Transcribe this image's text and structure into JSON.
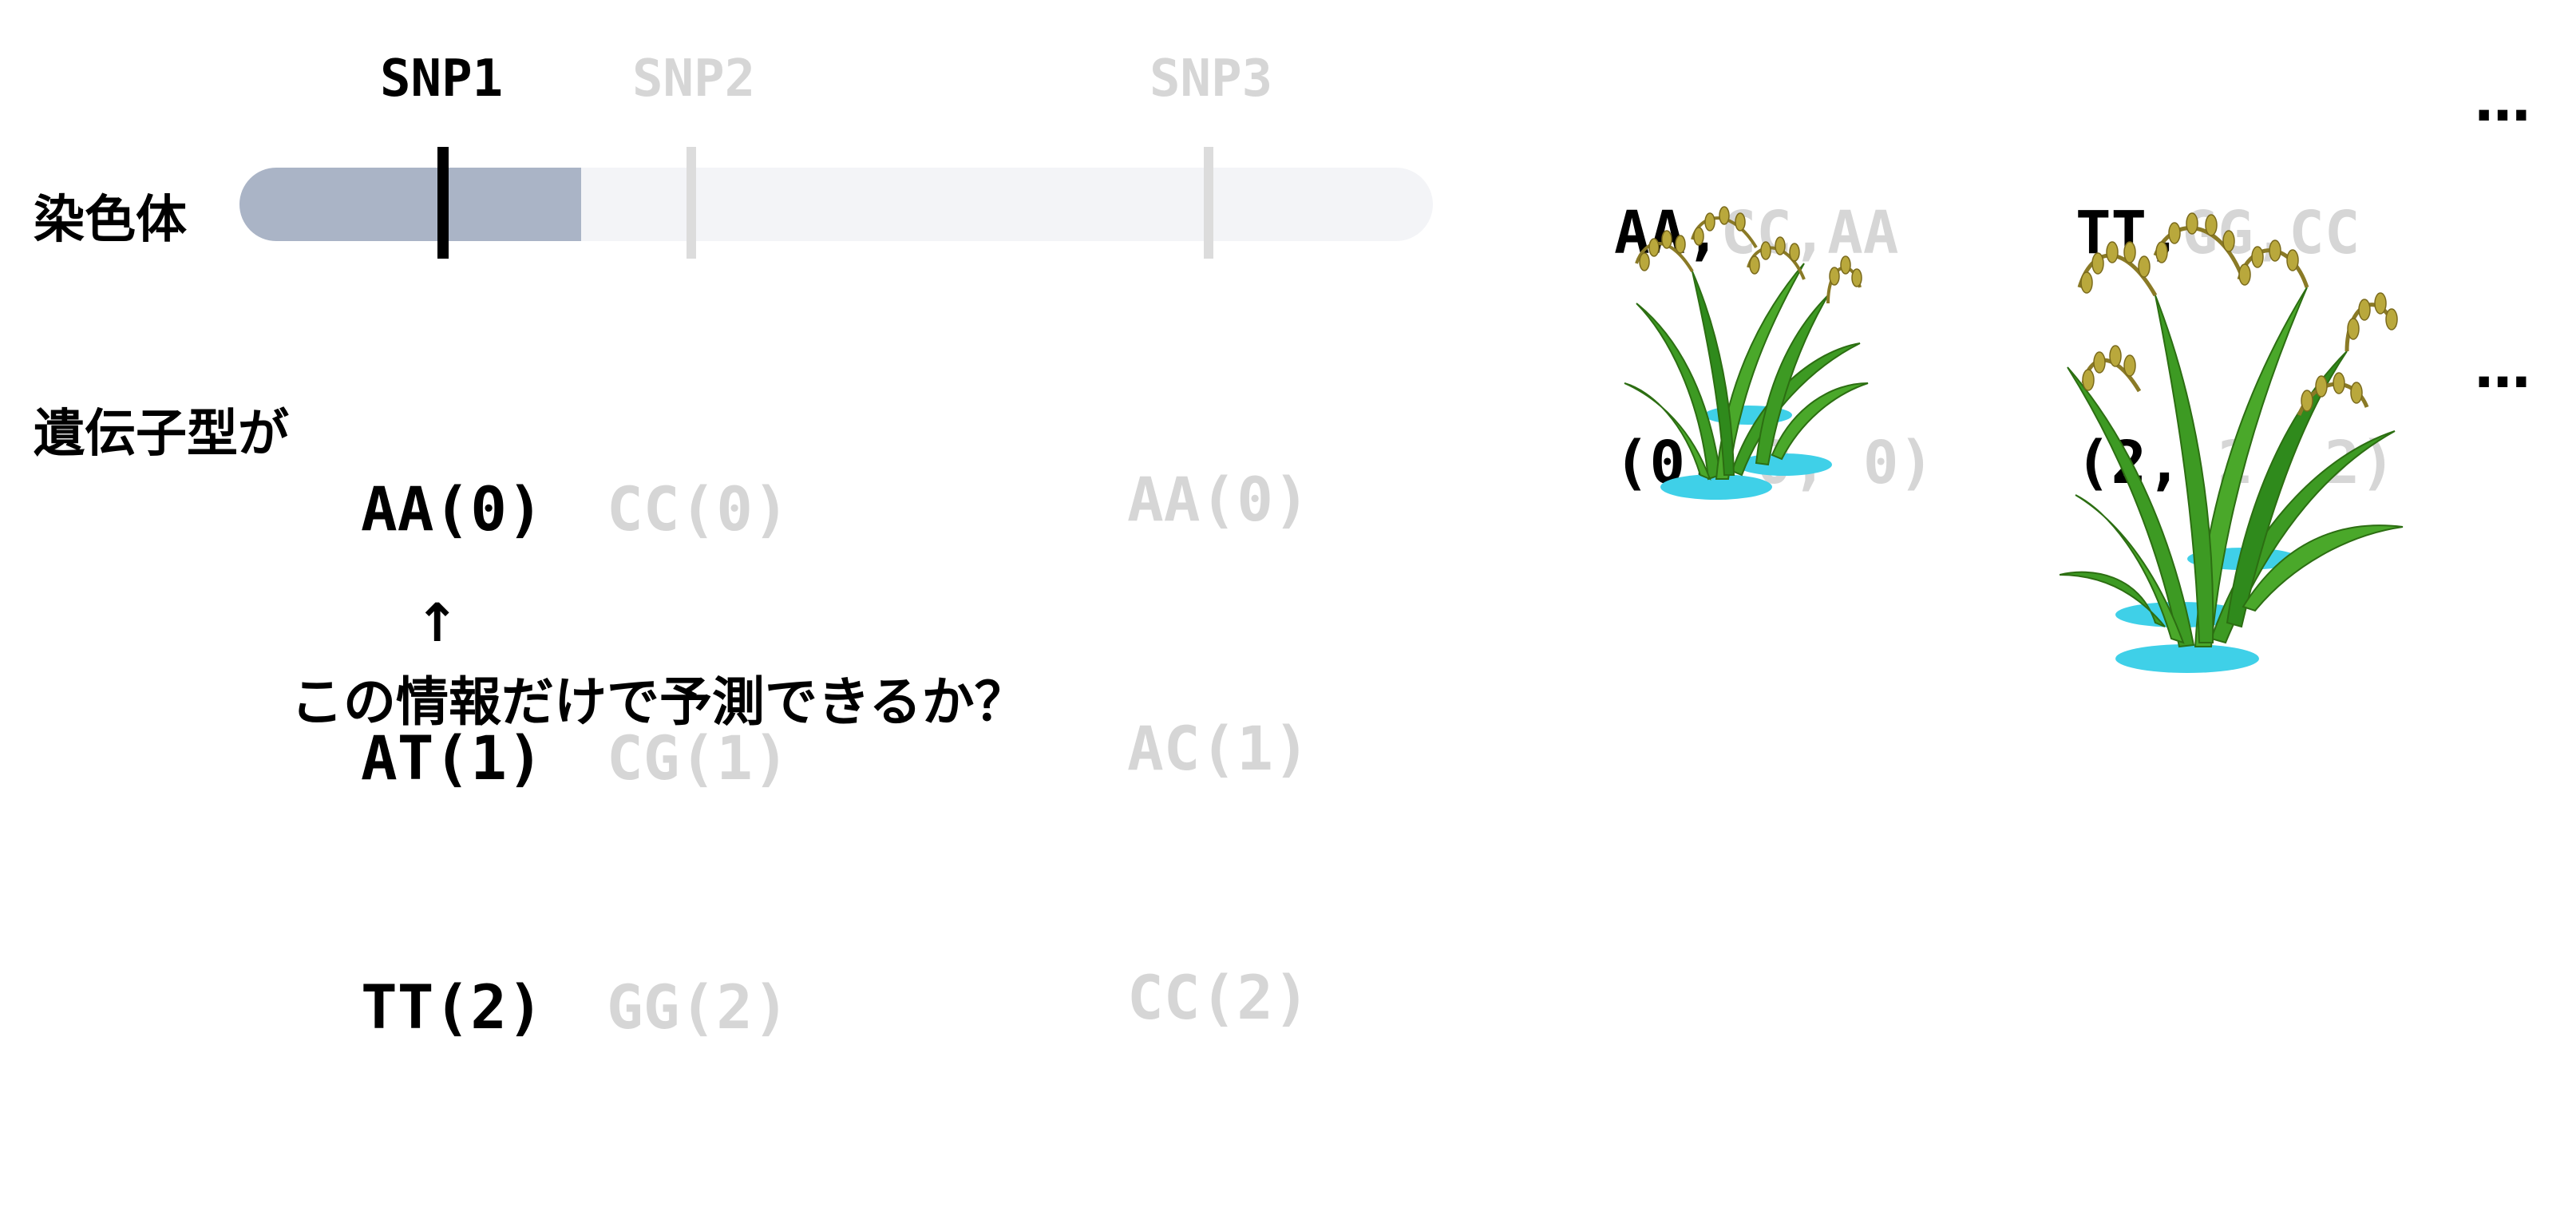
{
  "labels": {
    "chromosome": "染色体",
    "genotype_row": "遺伝子型が",
    "arrow": "↑",
    "question": "この情報だけで予測できるか？"
  },
  "snps": [
    {
      "name": "SNP1",
      "genotypes": [
        "AA(0)",
        "AT(1)",
        "TT(2)"
      ],
      "highlighted": true
    },
    {
      "name": "SNP2",
      "genotypes": [
        "CC(0)",
        "CG(1)",
        "GG(2)"
      ],
      "highlighted": false
    },
    {
      "name": "SNP3",
      "genotypes": [
        "AA(0)",
        "AC(1)",
        "CC(2)"
      ],
      "highlighted": false
    }
  ],
  "plants": [
    {
      "first": "AA,",
      "rest": "CC,AA",
      "code_first": "(0,",
      "code_rest": " 0, 0)",
      "icon": "rice-plant-small-icon"
    },
    {
      "first": "TT,",
      "rest": "GG,CC",
      "code_first": "(2,",
      "code_rest": " 2, 2)",
      "icon": "rice-plant-large-icon"
    }
  ],
  "ellipsis": "…",
  "colors": {
    "chromosome_highlight": "#aab4c6",
    "chromosome_faded": "#f3f4f7",
    "marker_active": "#000000",
    "marker_faded": "#dcdcdc",
    "leaf_green": "#3d9a23",
    "leaf_dark": "#2c6e12",
    "grain": "#b9a83c",
    "water": "#3fd0e8"
  }
}
